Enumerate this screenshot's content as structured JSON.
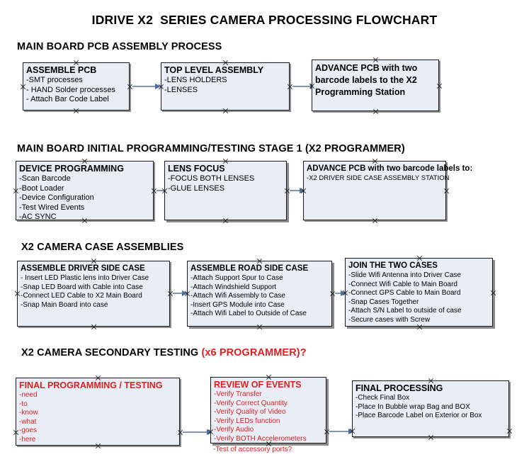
{
  "document": {
    "title": "IDRIVE X2  SERIES CAMERA PROCESSING FLOWCHART"
  },
  "colors": {
    "box_fill": "#e8edf6",
    "box_border": "#1a1a1a",
    "box_shadow": "#8a8a8a",
    "connector": "#8096b4",
    "arrowhead": "#4a6fa5",
    "text": "#000000",
    "accent_red": "#e02020"
  },
  "sections": [
    {
      "heading": "MAIN BOARD PCB ASSEMBLY PROCESS",
      "heading_suffix": "",
      "boxes": [
        {
          "title": "ASSEMBLE PCB",
          "lines": [
            "-SMT processes",
            "- HAND Solder processes",
            "- Attach Bar Code Label"
          ]
        },
        {
          "title": "TOP LEVEL ASSEMBLY",
          "lines": [
            "-LENS HOLDERS",
            "-LENSES"
          ]
        },
        {
          "title": "ADVANCE PCB with two barcode labels to the  X2 Programming Station",
          "lines": []
        }
      ]
    },
    {
      "heading": "MAIN BOARD INITIAL PROGRAMMING/TESTING STAGE 1 (X2 PROGRAMMER)",
      "heading_suffix": "",
      "boxes": [
        {
          "title": "DEVICE PROGRAMMING",
          "lines": [
            "-Scan Barcode",
            "-Boot Loader",
            "-Device Configuration",
            "-Test Wired Events",
            "-AC SYNC"
          ]
        },
        {
          "title": "LENS FOCUS",
          "lines": [
            "-FOCUS BOTH LENSES",
            "-GLUE LENSES"
          ]
        },
        {
          "title": "ADVANCE PCB with two barcode labels to:",
          "lines": [
            "-X2 DRIVER  SIDE  CASE  ASSEMBLY STATION"
          ]
        }
      ]
    },
    {
      "heading": "X2 CAMERA CASE ASSEMBLIES",
      "heading_suffix": "",
      "boxes": [
        {
          "title": "ASSEMBLE DRIVER SIDE CASE",
          "lines": [
            "- Insert LED Plastic lens into Driver Case",
            "-Snap LED Board with Cable into Case",
            "-Connect LED Cable to X2 Main Board",
            "-Snap Main Board into case"
          ]
        },
        {
          "title": "ASSEMBLE ROAD SIDE CASE",
          "lines": [
            "-Attach Support Spur to Case",
            "-Attach Windshield Support",
            "-Attach Wifi Assembly to Case",
            "-Insert GPS Module into Case",
            "-Attach Wifi Label to Outside of Case"
          ]
        },
        {
          "title": "JOIN THE TWO CASES",
          "lines": [
            "-Slide Wifi Antenna into Driver Case",
            "-Connect Wifi Cable to Main Board",
            "-Connect GPS Cable to Main Board",
            "-Snap Cases Together",
            "-Attach S/N Label to outside of case",
            "-Secure cases with Screw"
          ]
        }
      ]
    },
    {
      "heading": "X2 CAMERA SECONDARY TESTING ",
      "heading_suffix": "(x6 PROGRAMMER)?",
      "boxes": [
        {
          "title": "FINAL PROGRAMMING / TESTING",
          "lines": [
            "-need",
            "-to",
            "-know",
            "-what",
            "-goes",
            "-here"
          ]
        },
        {
          "title": "REVIEW OF EVENTS",
          "lines": [
            "-Verify Transfer",
            "-Verify Correct Quantity",
            "-Verify Quality of Video",
            "-Verify LEDs function",
            "-Verify Audio",
            "-Verify BOTH Accelerometers"
          ],
          "overflow_line": "-Test of accessory ports?"
        },
        {
          "title": "FINAL PROCESSING",
          "lines": [
            " -Check Final Box",
            "-Place In Bubble wrap Bag and BOX",
            "-Place Barcode Label on Exterior or Box"
          ]
        }
      ]
    }
  ]
}
